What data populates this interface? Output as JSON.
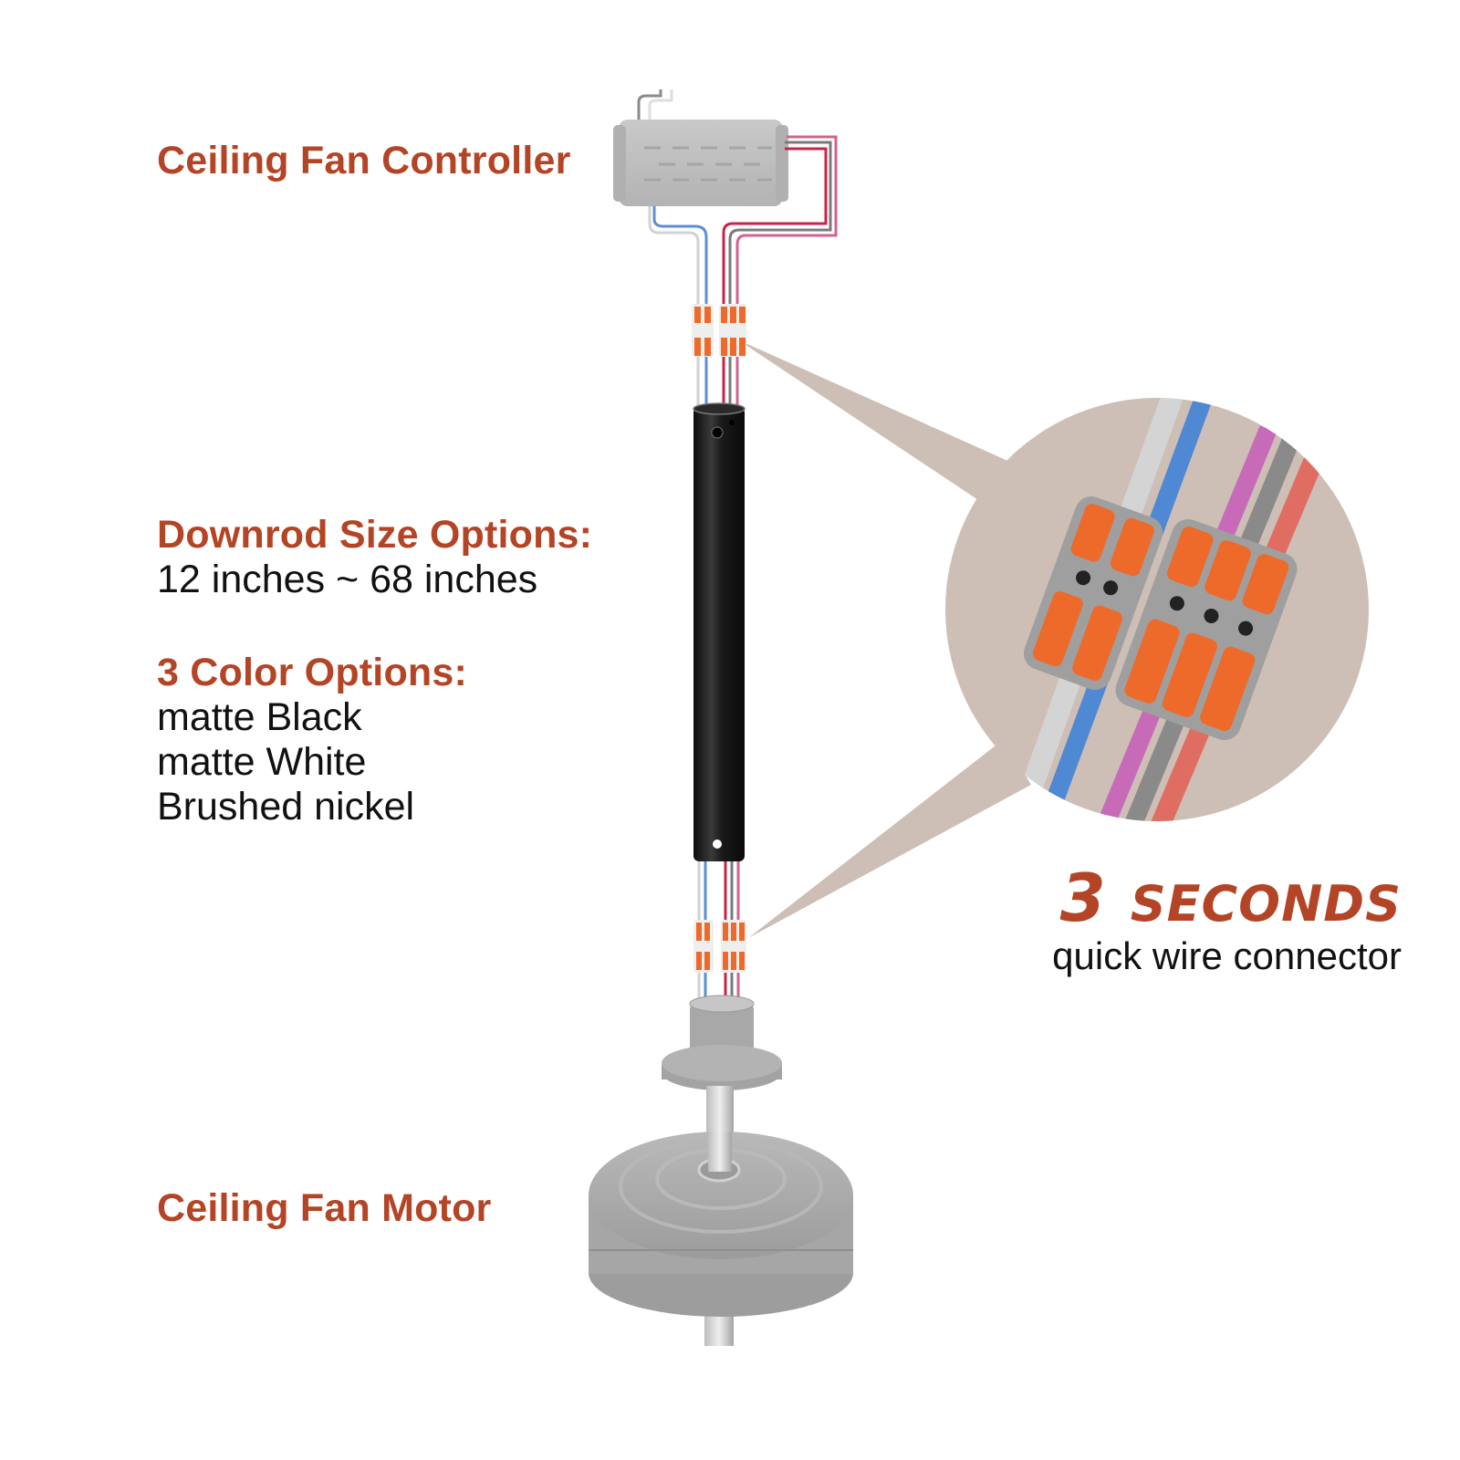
{
  "labels": {
    "controller": "Ceiling Fan Controller",
    "motor": "Ceiling Fan Motor",
    "downrod_heading": "Downrod Size Options:",
    "downrod_range": "12 inches ~ 68 inches",
    "color_heading": "3 Color Options:",
    "color_options": [
      "matte Black",
      "matte White",
      "Brushed nickel"
    ],
    "seconds_number": "3",
    "seconds_word": "seconds",
    "seconds_caption": "quick wire connector"
  },
  "colors": {
    "accent": "#b44426",
    "text": "#111111",
    "callout_bg": "#cdbfb6",
    "downrod": "#1c1c1c",
    "controller": "#bdbdbd",
    "motor": "#a9a9a9",
    "connector_body": "#9e9e9e",
    "connector_lever": "#ef6a2a",
    "wires": {
      "white": "#d6d6d6",
      "blue": "#5b8fd6",
      "red": "#c8234a",
      "gray": "#7a7a7a",
      "pink": "#d2638f"
    }
  },
  "diagram": {
    "components": [
      "controller",
      "connectors-top",
      "downrod",
      "connectors-bottom",
      "mounting-bracket",
      "motor"
    ],
    "callout": "connector-closeup"
  }
}
